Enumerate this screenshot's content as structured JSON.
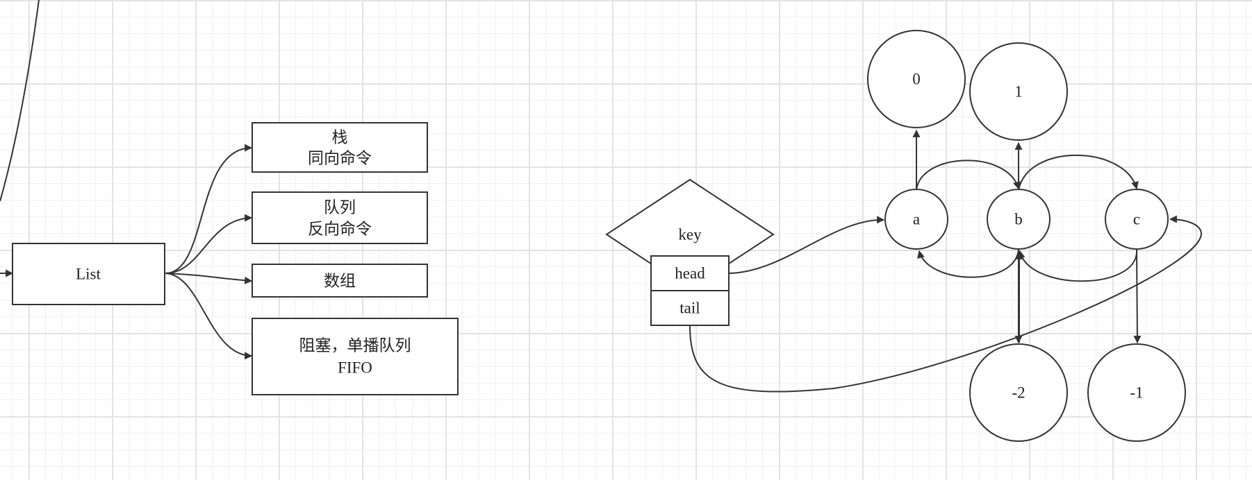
{
  "nodes": {
    "list": "List",
    "stack_line1": "栈",
    "stack_line2": "同向命令",
    "queue_line1": "队列",
    "queue_line2": "反向命令",
    "array": "数组",
    "blocking_line1": "阻塞，单播队列",
    "blocking_line2": "FIFO",
    "key": "key",
    "head": "head",
    "tail": "tail",
    "elem_a": "a",
    "elem_b": "b",
    "elem_c": "c",
    "index_0": "0",
    "index_1": "1",
    "index_neg2": "-2",
    "index_neg1": "-1"
  }
}
